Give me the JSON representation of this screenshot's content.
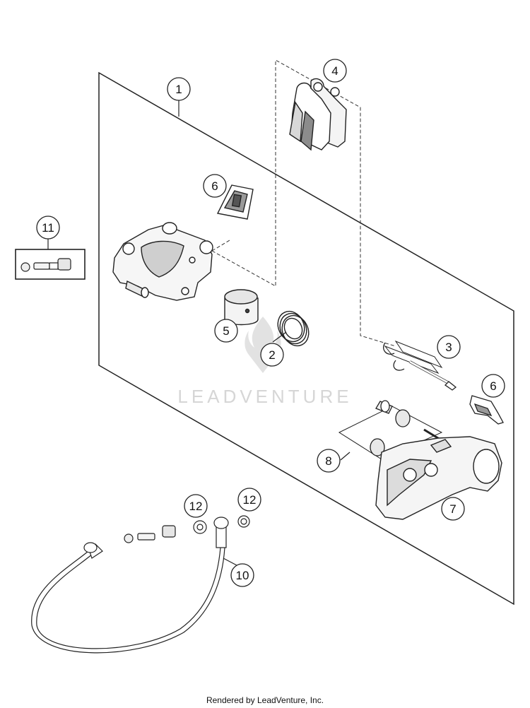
{
  "watermark": {
    "text": "LEADVENTURE"
  },
  "footer": {
    "text": "Rendered by LeadVenture, Inc."
  },
  "callouts": [
    {
      "id": "c1",
      "label": "1"
    },
    {
      "id": "c2",
      "label": "2"
    },
    {
      "id": "c3",
      "label": "3"
    },
    {
      "id": "c4",
      "label": "4"
    },
    {
      "id": "c5",
      "label": "5"
    },
    {
      "id": "c6a",
      "label": "6"
    },
    {
      "id": "c6b",
      "label": "6"
    },
    {
      "id": "c7",
      "label": "7"
    },
    {
      "id": "c8",
      "label": "8"
    },
    {
      "id": "c10",
      "label": "10"
    },
    {
      "id": "c11",
      "label": "11"
    },
    {
      "id": "c12a",
      "label": "12"
    },
    {
      "id": "c12b",
      "label": "12"
    }
  ]
}
